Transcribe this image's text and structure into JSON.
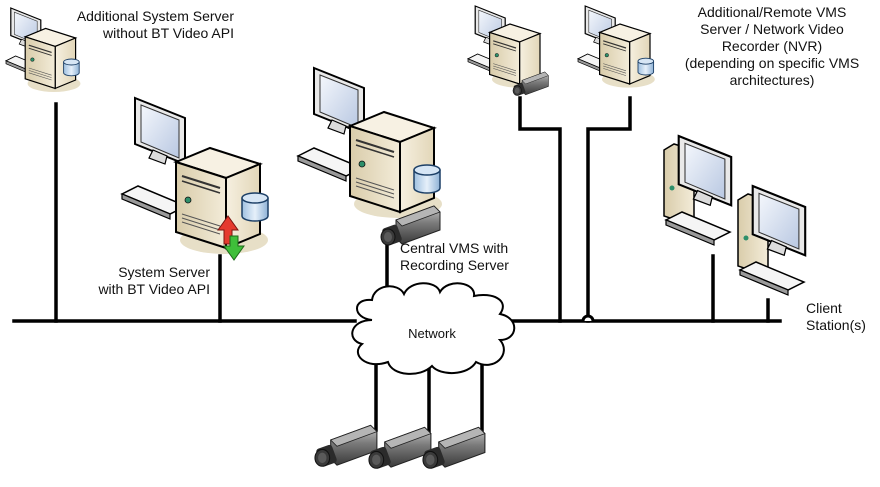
{
  "diagram": {
    "title": "Video Management System network architecture",
    "nodes": {
      "additional_system_server": {
        "label": "Additional System Server\nwithout BT Video API",
        "type": "server-workstation",
        "features": [
          "database"
        ]
      },
      "system_server": {
        "label": "System Server\nwith BT Video API",
        "type": "server-workstation",
        "features": [
          "database",
          "up-down-arrows"
        ]
      },
      "central_vms": {
        "label": "Central VMS with\nRecording Server",
        "type": "server-workstation",
        "features": [
          "database",
          "camera"
        ]
      },
      "remote_vms_server_a": {
        "label": "",
        "type": "server-workstation",
        "features": [
          "camera"
        ]
      },
      "remote_vms_server_b": {
        "label": "Additional/Remote VMS\nServer / Network Video\nRecorder (NVR)\n(depending on specific VMS\narchitectures)",
        "type": "server-workstation",
        "features": [
          "database"
        ]
      },
      "client_stations": {
        "label": "Client\nStation(s)",
        "type": "workstation",
        "count": 2
      },
      "network": {
        "label": "Network",
        "type": "cloud"
      },
      "cameras": {
        "label": "",
        "type": "ip-camera",
        "count": 3
      }
    },
    "colors": {
      "line": "#000000",
      "server_body": "#efe6d0",
      "server_side": "#cdbf9c",
      "shadow": "#e7dfc7",
      "screen": "#dbe4f3",
      "db": "#b8d2ea",
      "arrow_up": "#e53a2e",
      "arrow_down": "#3fbf3a",
      "camera": "#6a6a6a"
    }
  }
}
